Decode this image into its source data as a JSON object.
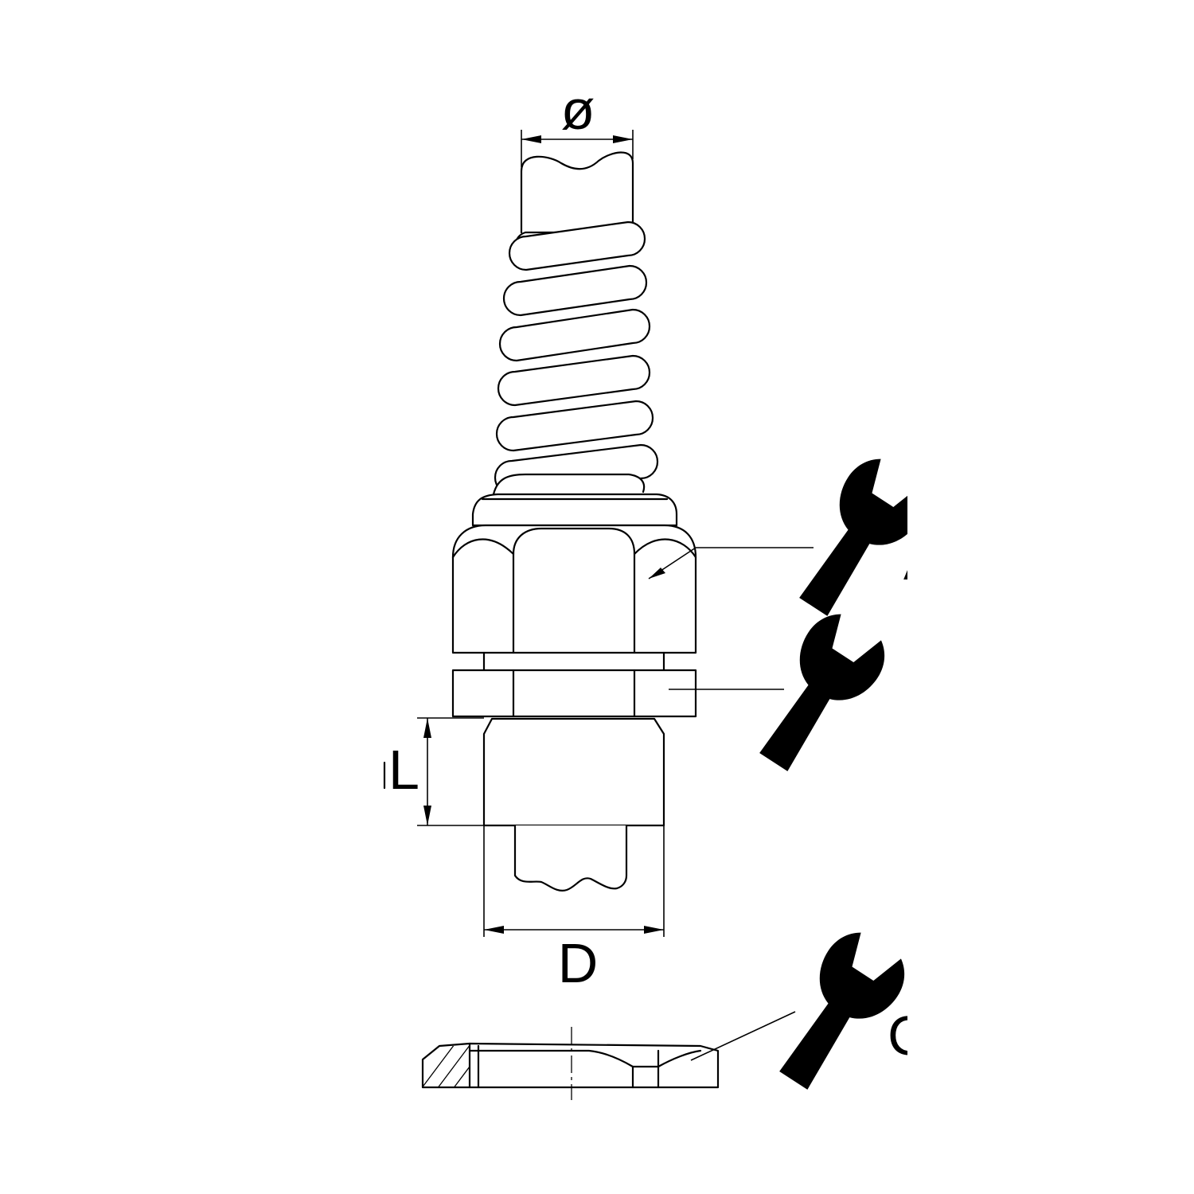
{
  "labels": {
    "diameter": "ø",
    "thread_length": "L",
    "thread_diameter": "D",
    "wrench_a": "A",
    "wrench_c": "C"
  },
  "icons": [
    "wrench-icon",
    "wrench-icon",
    "wrench-icon"
  ],
  "colors": {
    "line": "#000000",
    "background": "#ffffff"
  }
}
